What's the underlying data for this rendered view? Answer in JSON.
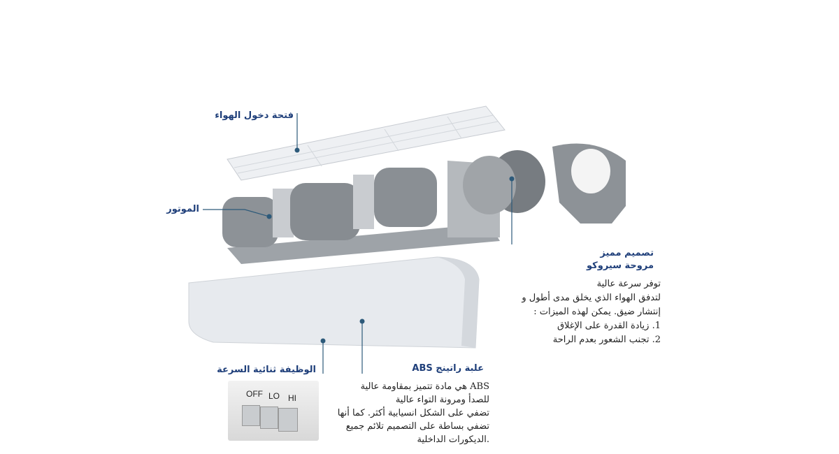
{
  "labels": {
    "air_inlet": "فتحة دخول الهواء",
    "motor": "الموتور",
    "sirocco_title_1": "تصميم مميز",
    "sirocco_title_2": "مروحة سيروكو",
    "abs_title": "علبة راتينج ABS",
    "dual_speed": "الوظيفة ثنائية السرعة"
  },
  "sirocco_body": [
    "توفر سرعة عالية",
    "لتدفق الهواء الذي يخلق مدى أطول و",
    "إنتشار ضيق. يمكن لهذه الميزات :",
    "1. زيادة القدرة على الإغلاق",
    "2. تجنب الشعور بعدم الراحة"
  ],
  "abs_body": [
    "ABS هي مادة تتميز بمقاومة عالية",
    "للصدأ ومرونة التواء عالية",
    "تضفي على الشكل انسيابية أكثر. كما أنها",
    "تضفي بساطة على التصميم تلائم جميع",
    ".الديكورات الداخلية"
  ],
  "switch": {
    "off": "OFF",
    "lo": "LO",
    "hi": "HI"
  },
  "colors": {
    "label": "#1f3f7a",
    "leader": "#2d5a7a"
  }
}
